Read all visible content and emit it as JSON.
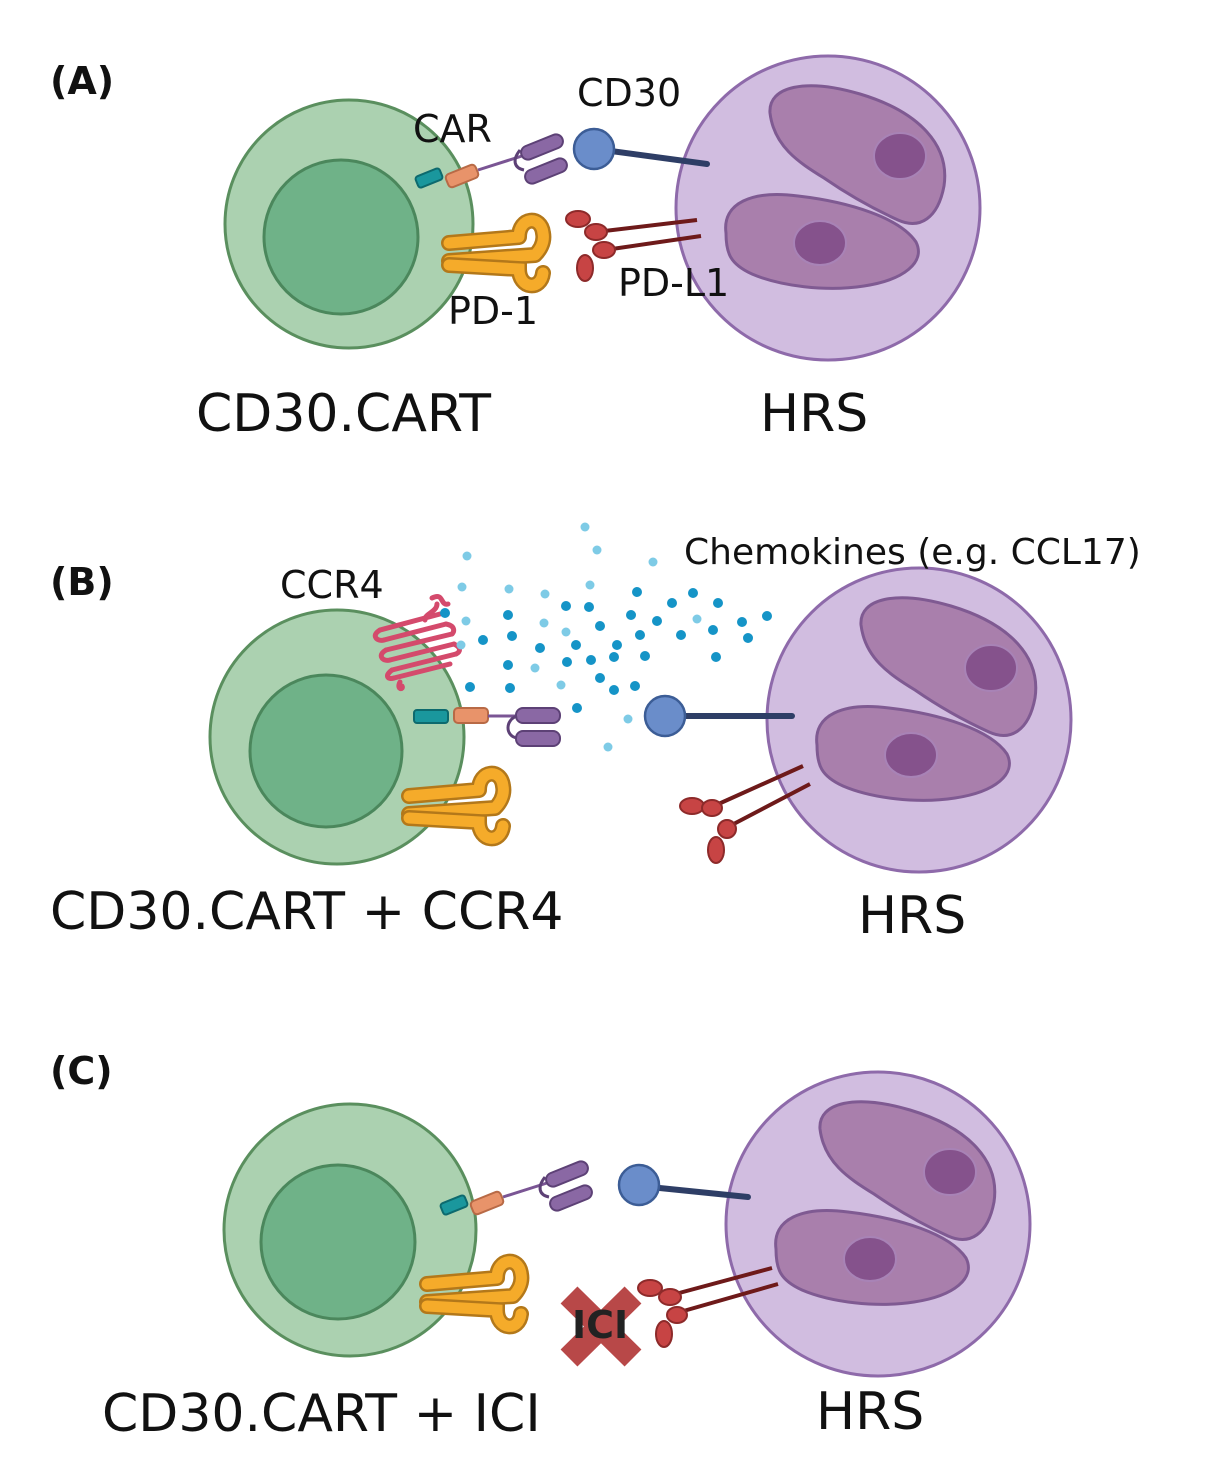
{
  "panels": [
    {
      "letter": "(A)",
      "left_cell": "CD30.CART",
      "right_cell": "HRS"
    },
    {
      "letter": "(B)",
      "left_cell": "CD30.CART + CCR4",
      "right_cell": "HRS"
    },
    {
      "letter": "(C)",
      "left_cell": "CD30.CART + ICI",
      "right_cell": "HRS"
    }
  ],
  "labels": {
    "car": "CAR",
    "cd30": "CD30",
    "pd1": "PD-1",
    "pdl1": "PD-L1",
    "ccr4": "CCR4",
    "chemokines": "Chemokines (e.g. CCL17)",
    "ici": "ICI"
  },
  "colors": {
    "t_cell_outer": "#abd1b0",
    "t_cell_nucleus": "#6fb288",
    "t_cell_stroke": "#5a8f5e",
    "hrs_cell": "#d1bde0",
    "hrs_nucleus": "#a97fac",
    "hrs_nucleolus": "#85528c",
    "hrs_stroke": "#8e6aaa",
    "cd30_ball": "#6a8dca",
    "cd30_stalk": "#2e3e66",
    "car_purple": "#8a68a4",
    "car_orange": "#e8936a",
    "car_teal": "#1a979d",
    "pd1_yellow": "#f5ab2a",
    "pdl1_red": "#c74444",
    "pdl1_stalk": "#6e1a1a",
    "ccr4_pink": "#d44a6c",
    "chemokine_dark": "#1594c7",
    "chemokine_light": "#7ecbe6",
    "ici_cross": "#b84848"
  }
}
